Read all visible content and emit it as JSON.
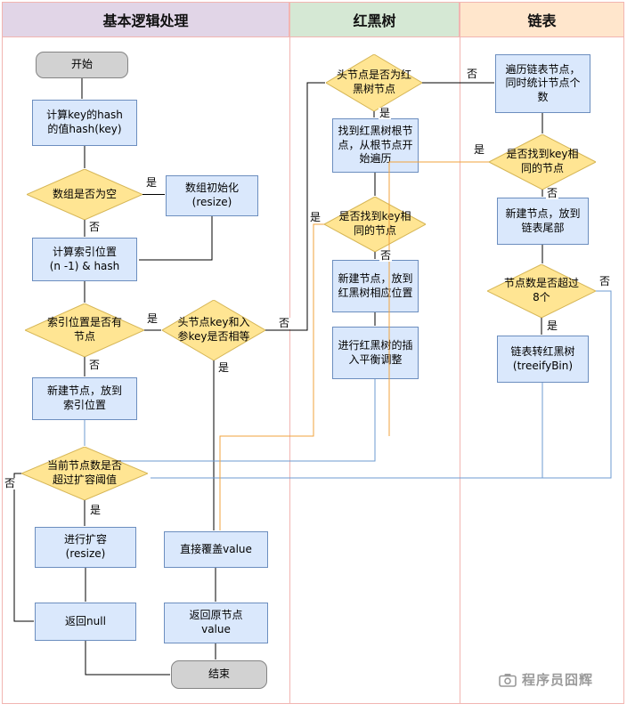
{
  "lanes": [
    {
      "title": "基本逻辑处理"
    },
    {
      "title": "红黑树"
    },
    {
      "title": "链表"
    }
  ],
  "nodes": {
    "start": "开始",
    "calc_hash": "计算key的hash\n的值hash(key)",
    "arr_empty": "数组是否为空",
    "arr_init": "数组初始化\n(resize)",
    "calc_index": "计算索引位置\n(n -1) & hash",
    "index_has_node": "索引位置是否有\n节点",
    "head_key_eq": "头节点key和入\n参key是否相等",
    "new_node_index": "新建节点，放到\n索引位置",
    "over_threshold": "当前节点数是否\n超过扩容阈值",
    "do_resize": "进行扩容\n(resize)",
    "return_null": "返回null",
    "overwrite_value": "直接覆盖value",
    "return_old_value": "返回原节点\nvalue",
    "end": "结束",
    "is_rbtree": "头节点是否为红\n黑树节点",
    "find_root": "找到红黑树根节\n点，从根节点开\n始遍历",
    "rb_found_key": "是否找到key相\n同的节点",
    "rb_new_node": "新建节点，放到\n红黑树相应位置",
    "rb_balance": "进行红黑树的插\n入平衡调整",
    "traverse_list": "遍历链表节点，\n同时统计节点个\n数",
    "ll_found_key": "是否找到key相\n同的节点",
    "ll_new_node": "新建节点，放到\n链表尾部",
    "over_8": "节点数是否超过\n8个",
    "treeify": "链表转红黑树\n(treeifyBin)"
  },
  "edge_labels": [
    {
      "label": "是"
    },
    {
      "label": "否"
    },
    {
      "label": "是"
    },
    {
      "label": "否"
    },
    {
      "label": "否"
    },
    {
      "label": "是"
    },
    {
      "label": "是"
    },
    {
      "label": "否"
    },
    {
      "label": "否"
    },
    {
      "label": "是"
    },
    {
      "label": "是"
    },
    {
      "label": "否"
    },
    {
      "label": "是"
    },
    {
      "label": "否"
    },
    {
      "label": "是"
    },
    {
      "label": "否"
    }
  ],
  "watermark": {
    "text": "程序员囧辉"
  },
  "colors": {
    "process_fill": "#DAE8FC",
    "process_border": "#6C8EBF",
    "decision_fill": "#FFE593",
    "decision_border": "#D6B656",
    "terminal_fill": "#D2D2D2",
    "lane1_header": "#E1D5E7",
    "lane2_header": "#D5E8D4",
    "lane3_header": "#FFE6CC",
    "lane_border": "#F2B5B1",
    "edge_black": "#000000",
    "edge_blue": "#6C9BD2",
    "edge_orange": "#F2A33C"
  }
}
